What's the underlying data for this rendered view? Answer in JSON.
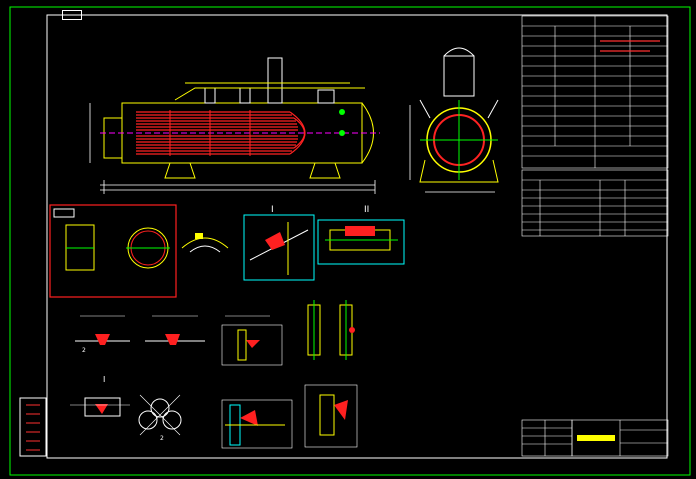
{
  "labels": {
    "section_1": "I",
    "section_2": "II",
    "section_3": "I",
    "dim_1": "2",
    "dim_2": "2"
  },
  "colors": {
    "background": "#000000",
    "frame": "#00ff00",
    "border": "#ffffff",
    "outline": "#ffff00",
    "tube": "#ff2222",
    "center_line": "#ff00ff",
    "nozzle": "#ffffff",
    "detail_box": "#00ffff",
    "detail_box_red": "#ff2020",
    "dimension": "#ffffff",
    "table_line": "#ffffff",
    "title_yellow": "#ffff00"
  },
  "icons": {
    "corner_tag": "rect-tag-icon"
  }
}
